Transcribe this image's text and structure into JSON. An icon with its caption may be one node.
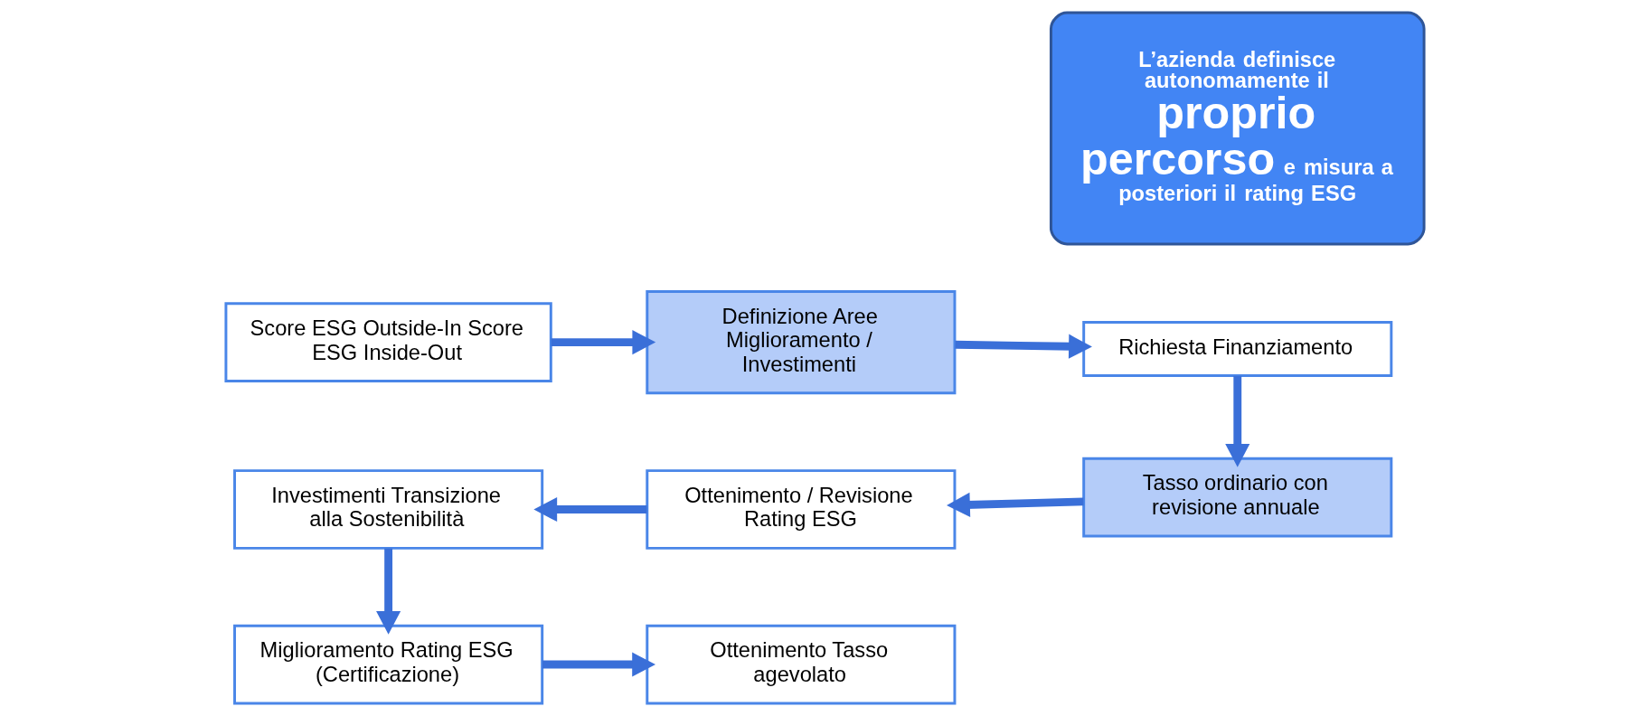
{
  "diagram": {
    "nodes": [
      {
        "text": [
          "Score ESG Outside-In Score ESG Inside-Out"
        ]
      },
      {
        "text": [
          "Definizione Aree Miglioramento / Investimenti"
        ]
      },
      {
        "text": [
          "Richiesta Finanziamento"
        ]
      },
      {
        "text": [
          "Tasso ordinario con revisione annuale"
        ]
      },
      {
        "text": [
          "Ottenimento / Revisione Rating ESG"
        ]
      },
      {
        "text": [
          "Investimenti Transizione alla Sostenibilità"
        ]
      },
      {
        "text": [
          "Miglioramento Rating ESG (Certificazione)"
        ]
      },
      {
        "text": [
          "Ottenimento Tasso agevolato"
        ]
      },
      {
        "text": [
          "L’azienda definisce autonomamente il **proprio percorso** e misura a posteriori il rating ESG"
        ]
      }
    ],
    "edges": [
      {
        "from": 0,
        "to": 1,
        "arrow": "to"
      },
      {
        "from": 1,
        "to": 2,
        "arrow": "to"
      },
      {
        "from": 2,
        "to": 3,
        "arrow": "to"
      },
      {
        "from": 3,
        "to": 4,
        "arrow": "to"
      },
      {
        "from": 4,
        "to": 5,
        "arrow": "to"
      },
      {
        "from": 5,
        "to": 6,
        "arrow": "to"
      },
      {
        "from": 6,
        "to": 7,
        "arrow": "to"
      }
    ]
  }
}
